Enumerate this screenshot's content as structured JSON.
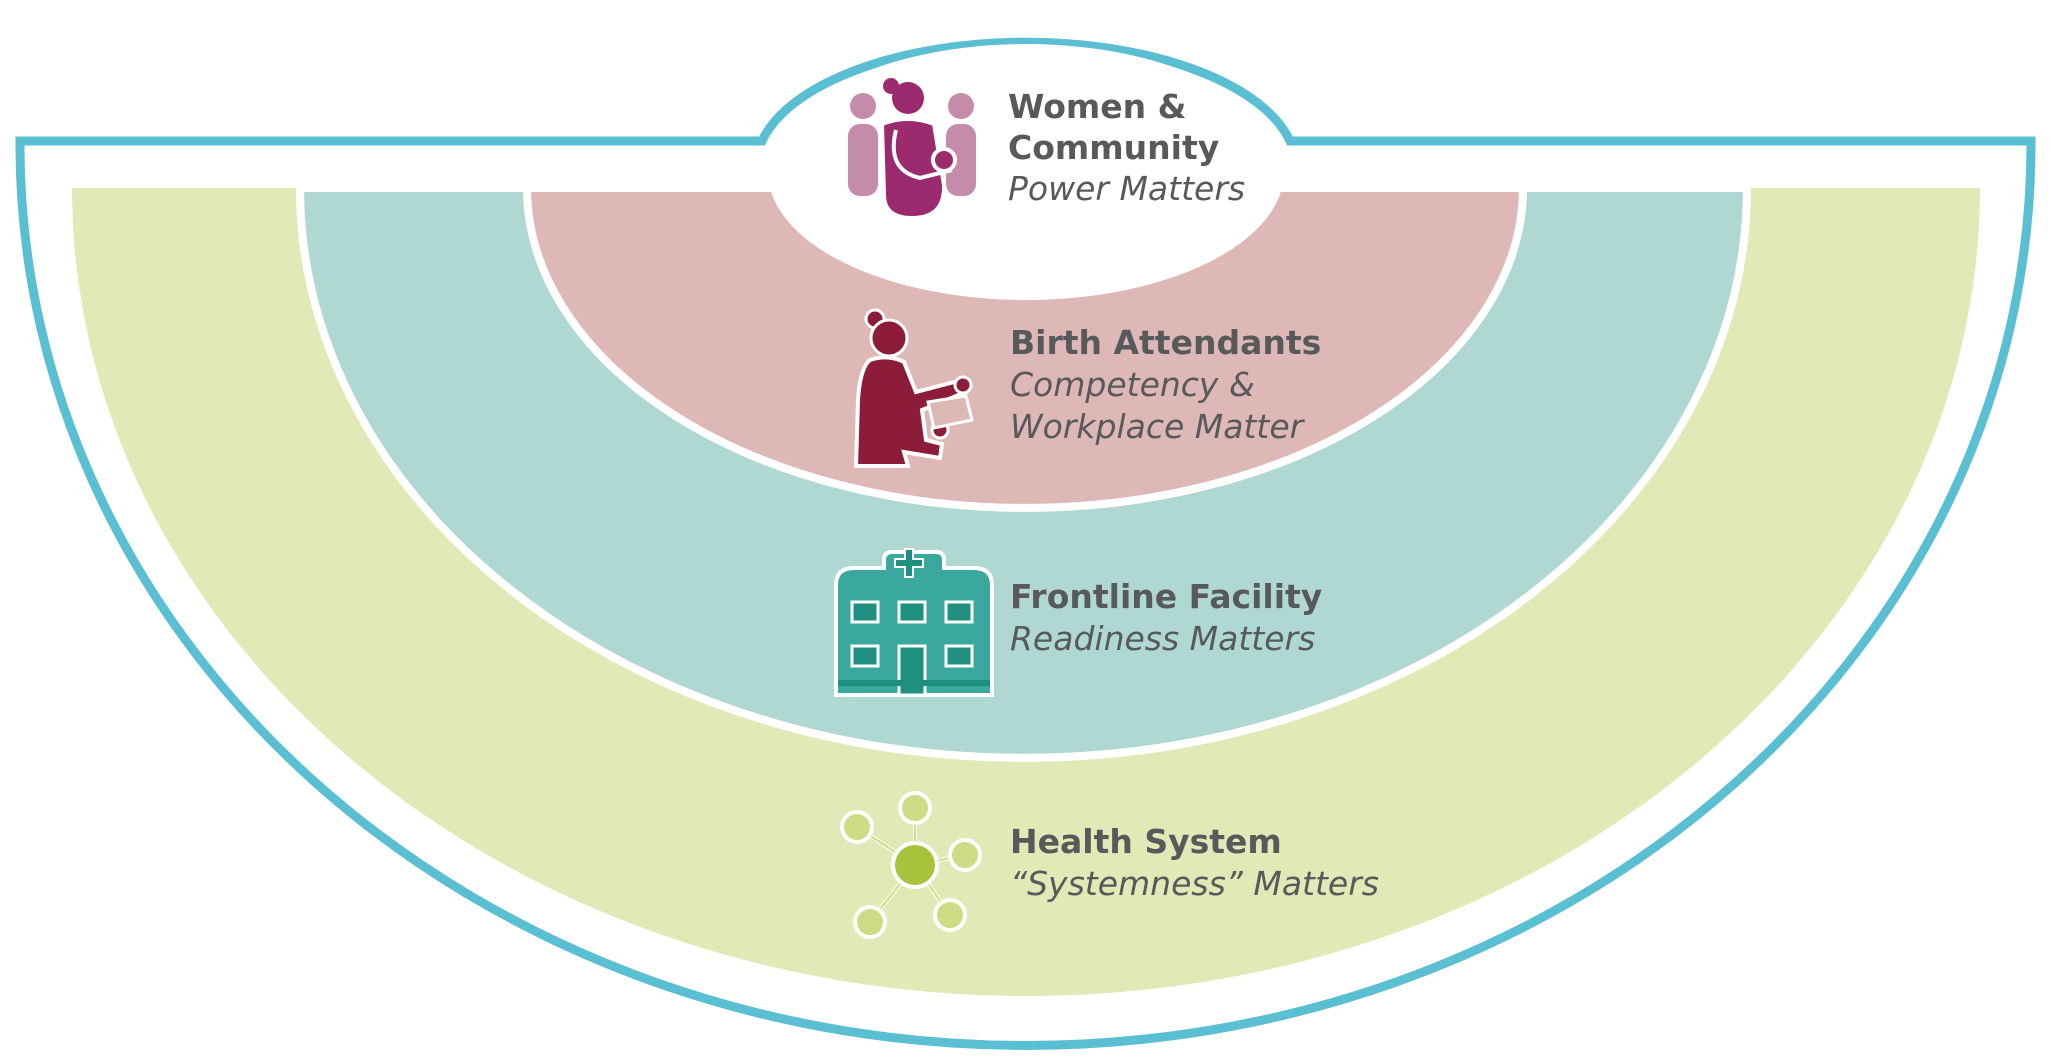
{
  "colors": {
    "frame": "#5bbfd3",
    "health_band": "#e1e9b7",
    "facility_band": "#b0d8d3",
    "attendant_band": "#ddb8b7",
    "label_text": "#58595b",
    "women_icon": "#9b2a6f",
    "women_icon_light": "#c48bab",
    "attendant_icon": "#8c1c3a",
    "facility_icon": "#3aa89c",
    "system_icon": "#a9c23b",
    "system_icon_light": "#cedc85"
  },
  "icons": {
    "women": "mother-and-child-icon",
    "attendants": "birth-attendant-icon",
    "facility": "hospital-icon",
    "system": "network-icon"
  },
  "layers": [
    {
      "id": "women",
      "title_line1": "Women &",
      "title_line2": "Community",
      "subtitle": "Power Matters"
    },
    {
      "id": "attendants",
      "title": "Birth Attendants",
      "subtitle_line1": "Competency &",
      "subtitle_line2": "Workplace Matter"
    },
    {
      "id": "facility",
      "title": "Frontline Facility",
      "subtitle": "Readiness Matters"
    },
    {
      "id": "system",
      "title": "Health System",
      "subtitle": "“Systemness” Matters"
    }
  ]
}
